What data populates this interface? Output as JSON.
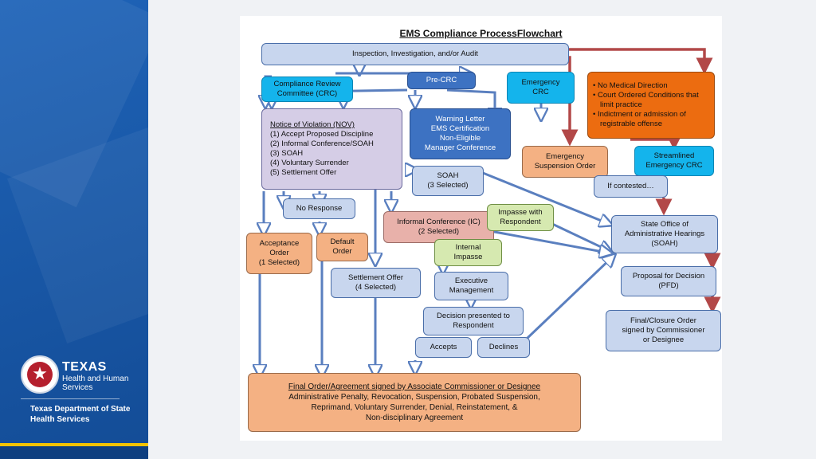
{
  "branding": {
    "texas": "TEXAS",
    "hhs_line1": "Health and Human",
    "hhs_line2": "Services",
    "dshs_line1": "Texas Department of State",
    "dshs_line2": "Health Services"
  },
  "flowchart": {
    "title": "EMS Compliance ProcessFlowchart",
    "inspection": "Inspection, Investigation, and/or Audit",
    "crc": [
      "Compliance Review",
      "Committee (CRC)"
    ],
    "pre_crc": "Pre-CRC",
    "emergency_crc": [
      "Emergency",
      "CRC"
    ],
    "criteria": [
      "No Medical Direction",
      "Court Ordered Conditions that limit practice",
      "Indictment or admission of registrable offense"
    ],
    "warning": [
      "Warning Letter",
      "EMS Certification",
      "Non-Eligible",
      "Manager Conference"
    ],
    "nov_title": "Notice of Violation (NOV)",
    "nov_items": [
      "(1)  Accept Proposed Discipline",
      "(2)  Informal Conference/SOAH",
      "(3)  SOAH",
      "(4)  Voluntary Surrender",
      "(5)  Settlement Offer"
    ],
    "emergency_suspension": [
      "Emergency",
      "Suspension Order"
    ],
    "streamlined": [
      "Streamlined",
      "Emergency CRC"
    ],
    "if_contested": "If contested…",
    "soah_selected": [
      "SOAH",
      "(3 Selected)"
    ],
    "no_response": "No Response",
    "informal_conf": [
      "Informal Conference (IC)",
      "(2 Selected)"
    ],
    "impasse_respondent": [
      "Impasse with",
      "Respondent"
    ],
    "state_office": [
      "State Office of",
      "Administrative Hearings",
      "(SOAH)"
    ],
    "acceptance_order": [
      "Acceptance",
      "Order",
      "(1 Selected)"
    ],
    "default_order": [
      "Default",
      "Order"
    ],
    "internal_impasse": [
      "Internal",
      "Impasse"
    ],
    "settlement_offer": [
      "Settlement Offer",
      "(4 Selected)"
    ],
    "exec_mgmt": [
      "Executive",
      "Management"
    ],
    "pfd": [
      "Proposal for Decision",
      "(PFD)"
    ],
    "decision": [
      "Decision presented to",
      "Respondent"
    ],
    "final_closure": [
      "Final/Closure Order",
      "signed by Commissioner",
      "or Designee"
    ],
    "accepts": "Accepts",
    "declines": "Declines",
    "final_order_title": "Final Order/Agreement signed by Associate Commissioner or Designee",
    "final_order_lines": [
      "Administrative Penalty, Revocation, Suspension, Probated Suspension,",
      "Reprimand, Voluntary Surrender, Denial, Reinstatement, &",
      "Non-disciplinary Agreement"
    ]
  },
  "colors": {
    "sidebar_blue": "#1a5aaa",
    "gold_stripe": "#f3c300",
    "arrow_red": "#b24848",
    "box_outline": "#4a6ea9"
  }
}
